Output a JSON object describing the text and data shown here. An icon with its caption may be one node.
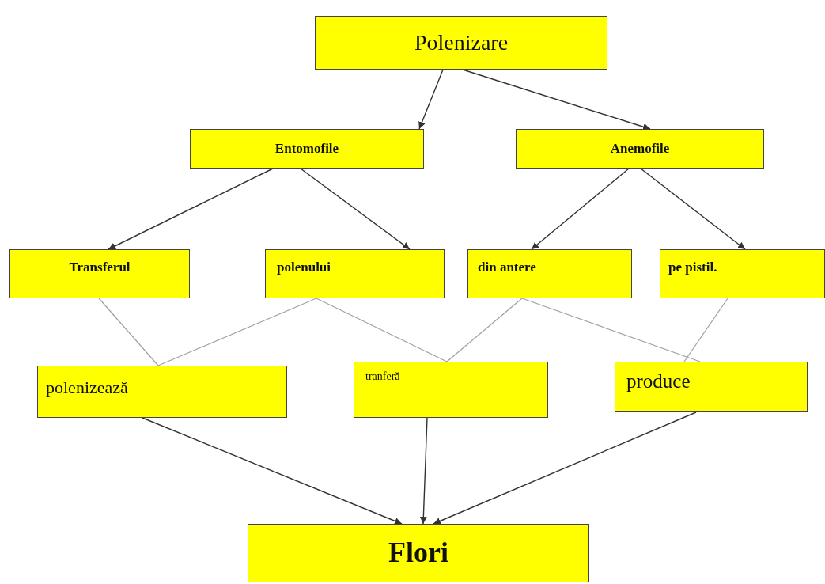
{
  "diagram": {
    "nodes": [
      {
        "text": [
          "Polenizare"
        ]
      },
      {
        "text": [
          "Entomofile"
        ]
      },
      {
        "text": [
          "Anemofile"
        ]
      },
      {
        "text": [
          "Transferul"
        ]
      },
      {
        "text": [
          "polenului"
        ]
      },
      {
        "text": [
          "din antere"
        ]
      },
      {
        "text": [
          "pe pistil."
        ]
      },
      {
        "text": [
          "polenizează"
        ]
      },
      {
        "text": [
          "tranferă"
        ]
      },
      {
        "text": [
          "produce"
        ]
      },
      {
        "text": [
          "Flori"
        ]
      }
    ],
    "edges": [
      {
        "from": 0,
        "to": 1,
        "arrow": "to"
      },
      {
        "from": 0,
        "to": 2,
        "arrow": "to"
      },
      {
        "from": 1,
        "to": 3,
        "arrow": "to"
      },
      {
        "from": 1,
        "to": 4,
        "arrow": "to"
      },
      {
        "from": 2,
        "to": 5,
        "arrow": "to"
      },
      {
        "from": 2,
        "to": 6,
        "arrow": "to"
      },
      {
        "from": 3,
        "to": 7,
        "arrow": "none",
        "color": "#a0a0a0"
      },
      {
        "from": 4,
        "to": 7,
        "arrow": "none",
        "color": "#a0a0a0"
      },
      {
        "from": 4,
        "to": 8,
        "arrow": "none",
        "color": "#a0a0a0"
      },
      {
        "from": 5,
        "to": 8,
        "arrow": "none",
        "color": "#a0a0a0"
      },
      {
        "from": 5,
        "to": 9,
        "arrow": "none",
        "color": "#a0a0a0"
      },
      {
        "from": 6,
        "to": 9,
        "arrow": "none",
        "color": "#a0a0a0"
      },
      {
        "from": 7,
        "to": 10,
        "arrow": "to"
      },
      {
        "from": 8,
        "to": 10,
        "arrow": "to"
      },
      {
        "from": 9,
        "to": 10,
        "arrow": "to"
      }
    ]
  }
}
